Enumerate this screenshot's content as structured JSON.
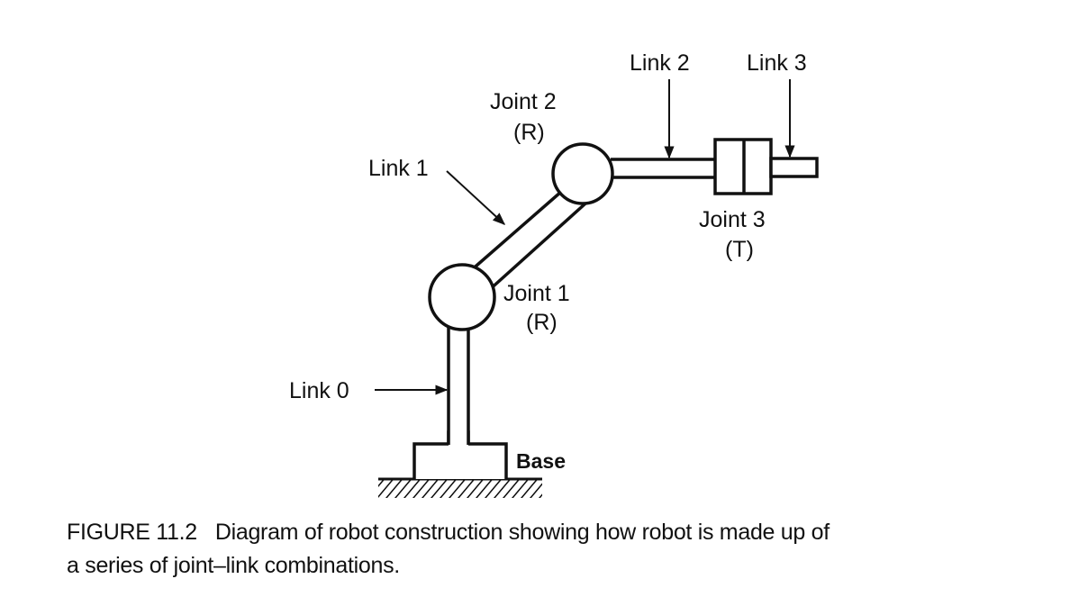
{
  "figure": {
    "labels": {
      "link0": "Link 0",
      "link1": "Link 1",
      "link2": "Link 2",
      "link3": "Link 3",
      "joint1_name": "Joint 1",
      "joint1_type": "(R)",
      "joint2_name": "Joint 2",
      "joint2_type": "(R)",
      "joint3_name": "Joint 3",
      "joint3_type": "(T)",
      "base": "Base"
    },
    "caption": {
      "line1": "FIGURE 11.2   Diagram of robot construction showing how robot is made up of",
      "line2": "a series of joint–link combinations."
    }
  }
}
